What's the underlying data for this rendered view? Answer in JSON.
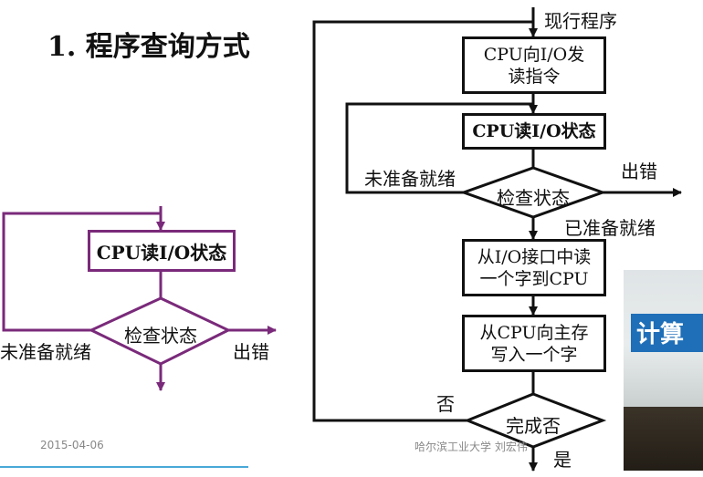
{
  "title": "1. 程序查询方式",
  "left_flow": {
    "read_status_box": "CPU读I/O状态",
    "check_diamond": "检查状态",
    "not_ready_label": "未准备就绪",
    "error_label": "出错"
  },
  "right_flow": {
    "current_program_label": "现行程序",
    "send_command_box": [
      "CPU向I/O发",
      "读指令"
    ],
    "read_status_box": "CPU读I/O状态",
    "not_ready_label": "未准备就绪",
    "error_label": "出错",
    "check_diamond": "检查状态",
    "ready_label": "已准备就绪",
    "read_word_box": [
      "从I/O接口中读",
      "一个字到CPU"
    ],
    "write_mem_box": [
      "从CPU向主存",
      "写入一个字"
    ],
    "no_label": "否",
    "done_diamond": "完成否",
    "yes_label": "是"
  },
  "footer": {
    "date": "2015-04-06",
    "institution": "哈尔滨工业大学 刘宏伟"
  },
  "photo": {
    "sign_text": "计算"
  }
}
